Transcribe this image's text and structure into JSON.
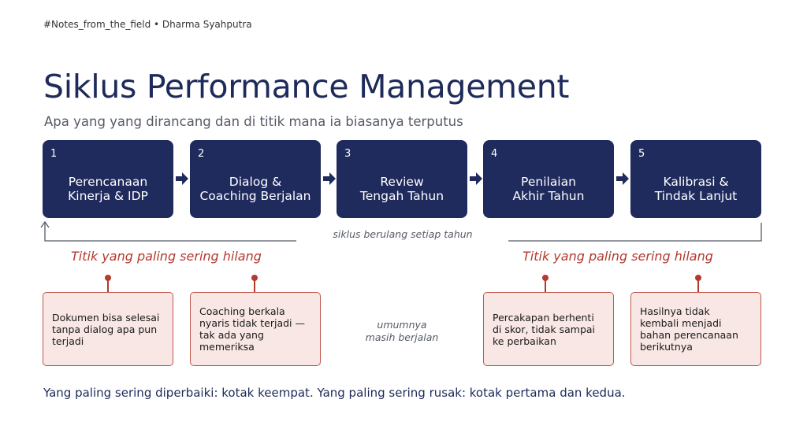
{
  "header": {
    "tagline": "#Notes_from_the_field • Dharma Syahputra",
    "title": "Siklus Performance Management",
    "subtitle": "Apa yang yang dirancang  dan di titik mana ia biasanya terputus"
  },
  "steps": [
    {
      "number": "1",
      "label": "Perencanaan\nKinerja & IDP"
    },
    {
      "number": "2",
      "label": "Dialog &\nCoaching Berjalan"
    },
    {
      "number": "3",
      "label": "Review\nTengah Tahun"
    },
    {
      "number": "4",
      "label": "Penilaian\nAkhir Tahun"
    },
    {
      "number": "5",
      "label": "Kalibrasi &\nTindak Lanjut"
    }
  ],
  "loop": {
    "caption": "siklus berulang setiap tahun"
  },
  "gaps": {
    "left_heading": "Titik yang paling sering hilang",
    "right_heading": "Titik yang paling sering hilang",
    "middle_note": "umumnya\nmasih berjalan",
    "cards": [
      {
        "text": "Dokumen bisa selesai\ntanpa dialog apa pun\nterjadi"
      },
      {
        "text": "Coaching berkala\nnyaris tidak terjadi —\ntak ada yang\nmemeriksa"
      },
      {
        "text": "Percakapan berhenti\ndi skor, tidak sampai\nke perbaikan"
      },
      {
        "text": "Hasilnya tidak\nkembali menjadi\nbahan perencanaan\nberikutnya"
      }
    ]
  },
  "footer": {
    "text": "Yang paling sering diperbaiki: kotak keempat. Yang paling sering rusak: kotak pertama dan kedua."
  },
  "colors": {
    "navy": "#1f2a5d",
    "accent_red": "#b23a2e",
    "card_fill": "#f8e7e4",
    "muted_text": "#555a66"
  }
}
